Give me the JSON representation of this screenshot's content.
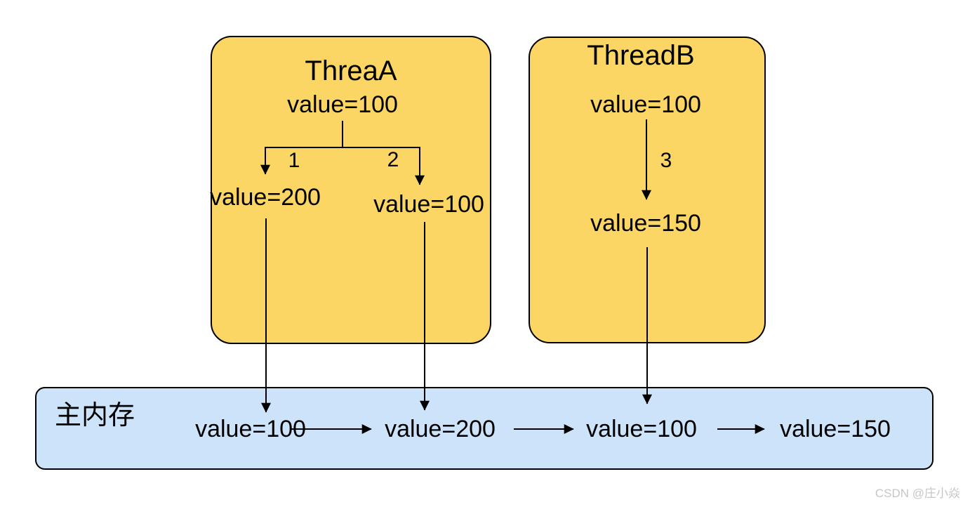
{
  "threads": {
    "thread_a": {
      "title": "ThreaA",
      "initial_value": "value=100",
      "step1_label": "1",
      "step2_label": "2",
      "step1_result": "value=200",
      "step2_result": "value=100"
    },
    "thread_b": {
      "title": "ThreadB",
      "initial_value": "value=100",
      "step3_label": "3",
      "step3_result": "value=150"
    }
  },
  "main_memory": {
    "label": "主内存",
    "timeline": [
      "value=100",
      "value=200",
      "value=100",
      "value=150"
    ]
  },
  "watermark": "CSDN @庄小焱",
  "colors": {
    "thread_box_fill": "#FCD664",
    "memory_box_fill": "#CCE3FA",
    "box_border": "#000000",
    "connector": "#000000",
    "text": "#000000",
    "watermark_text": "#C6C6C6",
    "page_bg": "#FFFFFF"
  }
}
